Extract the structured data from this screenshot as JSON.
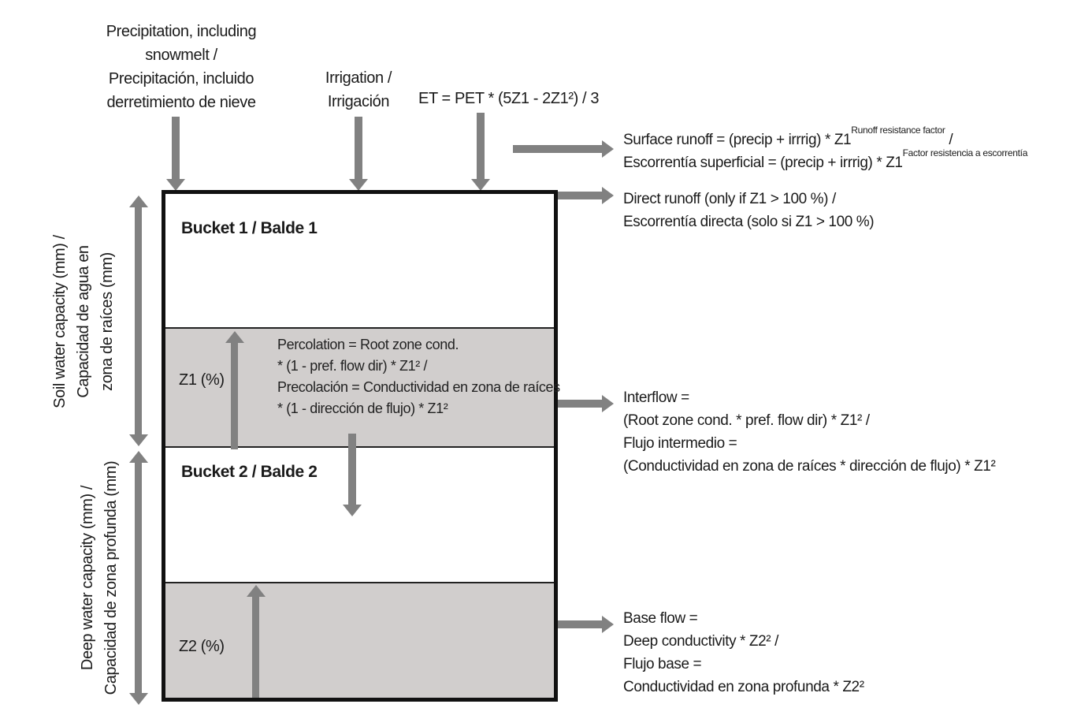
{
  "colors": {
    "arrow_gray": "#818181",
    "band_gray": "#d1cecd",
    "line_black": "#111111",
    "text_black": "#1a1a1a",
    "bg_white": "#ffffff"
  },
  "top_labels": {
    "precipitation": {
      "lines": [
        "Precipitation, including",
        "snowmelt /",
        "Precipitación, incluido",
        "derretimiento de nieve"
      ]
    },
    "irrigation": {
      "lines": [
        "Irrigation /",
        "Irrigación"
      ]
    },
    "et_formula": "ET = PET * (5Z1 - 2Z1²) / 3"
  },
  "left_labels": {
    "soil_water": {
      "lines": [
        "Soil water capacity (mm) /",
        "Capacidad de agua en",
        "zona de raíces (mm)"
      ]
    },
    "deep_water": {
      "lines": [
        "Deep water capacity (mm) /",
        "Capacidad de zona profunda (mm)"
      ]
    }
  },
  "bucket_box": {
    "bucket1_label": "Bucket 1 / Balde 1",
    "bucket2_label": "Bucket 2 / Balde 2",
    "z1_label": "Z1 (%)",
    "z2_label": "Z2 (%)",
    "percolation": {
      "lines": [
        "Percolation = Root zone cond.",
        "* (1 - pref. flow dir) * Z1² /",
        "Precolación = Conductividad en zona de raíces",
        "* (1 - dirección de flujo) * Z1²"
      ]
    }
  },
  "right_annotations": {
    "surface_runoff": {
      "line1": {
        "base": "Surface runoff = (precip + irrrig) * Z1",
        "sup": "Runoff resistance factor",
        "tail": " /"
      },
      "line2": {
        "base": "Escorrentía superficial = (precip + irrrig) * Z1",
        "sup": "Factor resistencia a escorrentía",
        "tail": ""
      }
    },
    "direct_runoff": {
      "lines": [
        "Direct runoff (only if Z1 > 100 %) /",
        "Escorrentía directa (solo si Z1 > 100 %)"
      ]
    },
    "interflow": {
      "lines": [
        "Interflow =",
        "(Root zone cond. * pref. flow dir) * Z1² /",
        "Flujo intermedio =",
        "(Conductividad en zona de raíces * dirección de flujo) * Z1²"
      ]
    },
    "base_flow": {
      "lines": [
        "Base flow =",
        "Deep conductivity * Z2² /",
        "Flujo base =",
        "Conductividad en zona profunda * Z2²"
      ]
    }
  }
}
